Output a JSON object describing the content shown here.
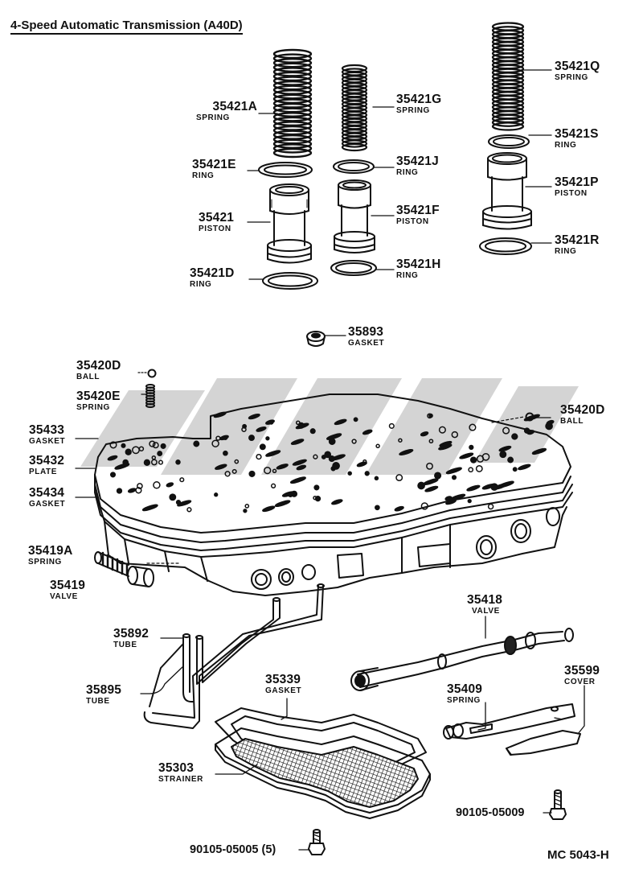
{
  "title": "4-Speed Automatic Transmission (A40D)",
  "reference": "MC 5043-H",
  "parts": [
    {
      "id": "p35421A",
      "number": "35421A",
      "name": "SPRING"
    },
    {
      "id": "p35421G",
      "number": "35421G",
      "name": "SPRING"
    },
    {
      "id": "p35421Q",
      "number": "35421Q",
      "name": "SPRING"
    },
    {
      "id": "p35421S",
      "number": "35421S",
      "name": "RING"
    },
    {
      "id": "p35421E",
      "number": "35421E",
      "name": "RING"
    },
    {
      "id": "p35421J",
      "number": "35421J",
      "name": "RING"
    },
    {
      "id": "p35421P",
      "number": "35421P",
      "name": "PISTON"
    },
    {
      "id": "p35421",
      "number": "35421",
      "name": "PISTON"
    },
    {
      "id": "p35421F",
      "number": "35421F",
      "name": "PISTON"
    },
    {
      "id": "p35421R",
      "number": "35421R",
      "name": "RING"
    },
    {
      "id": "p35421D",
      "number": "35421D",
      "name": "RING"
    },
    {
      "id": "p35421H",
      "number": "35421H",
      "name": "RING"
    },
    {
      "id": "p35893",
      "number": "35893",
      "name": "GASKET"
    },
    {
      "id": "p35420D_l",
      "number": "35420D",
      "name": "BALL"
    },
    {
      "id": "p35420E",
      "number": "35420E",
      "name": "SPRING"
    },
    {
      "id": "p35420D_r",
      "number": "35420D",
      "name": "BALL"
    },
    {
      "id": "p35433",
      "number": "35433",
      "name": "GASKET"
    },
    {
      "id": "p35432",
      "number": "35432",
      "name": "PLATE"
    },
    {
      "id": "p35434",
      "number": "35434",
      "name": "GASKET"
    },
    {
      "id": "p35419A",
      "number": "35419A",
      "name": "SPRING"
    },
    {
      "id": "p35419",
      "number": "35419",
      "name": "VALVE"
    },
    {
      "id": "p35418",
      "number": "35418",
      "name": "VALVE"
    },
    {
      "id": "p35892",
      "number": "35892",
      "name": "TUBE"
    },
    {
      "id": "p35599",
      "number": "35599",
      "name": "COVER"
    },
    {
      "id": "p35339",
      "number": "35339",
      "name": "GASKET"
    },
    {
      "id": "p35895",
      "number": "35895",
      "name": "TUBE"
    },
    {
      "id": "p35409",
      "number": "35409",
      "name": "SPRING"
    },
    {
      "id": "p35303",
      "number": "35303",
      "name": "STRAINER"
    }
  ],
  "bolts": {
    "right": "90105-05009",
    "bottom": "90105-05005 (5)"
  },
  "colors": {
    "ink": "#111111",
    "watermark": "#cfcfcf"
  }
}
